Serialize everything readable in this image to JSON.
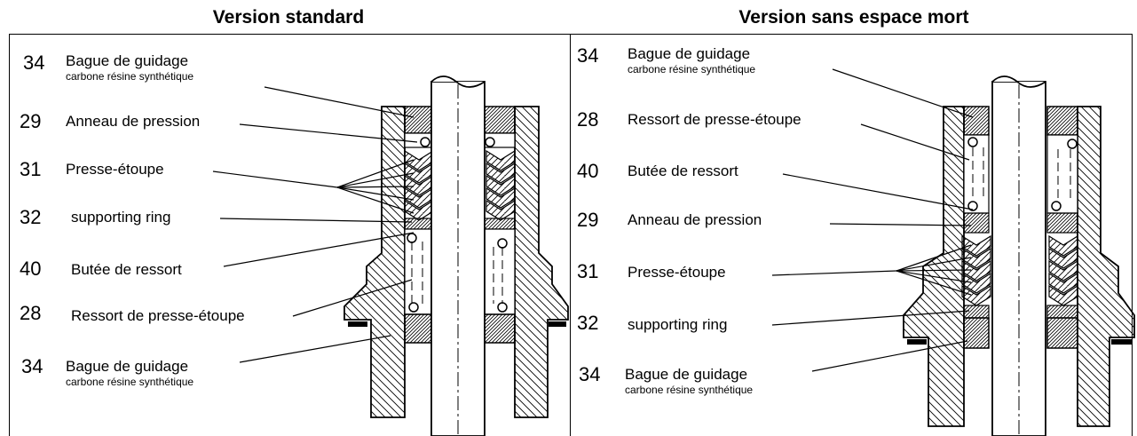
{
  "panels": {
    "left": {
      "title": "Version standard",
      "labels": [
        {
          "num": "34",
          "text": "Bague de guidage",
          "sub": "carbone résine synthétique"
        },
        {
          "num": "29",
          "text": "Anneau de pression"
        },
        {
          "num": "31",
          "text": "Presse-étoupe"
        },
        {
          "num": "32",
          "text": "supporting ring"
        },
        {
          "num": "40",
          "text": "Butée de ressort"
        },
        {
          "num": "28",
          "text": "Ressort de presse-étoupe"
        },
        {
          "num": "34",
          "text": "Bague de guidage",
          "sub": "carbone résine synthétique"
        }
      ]
    },
    "right": {
      "title": "Version sans espace mort",
      "labels": [
        {
          "num": "34",
          "text": "Bague de guidage",
          "sub": "carbone résine synthétique"
        },
        {
          "num": "28",
          "text": "Ressort de presse-étoupe"
        },
        {
          "num": "40",
          "text": "Butée de ressort"
        },
        {
          "num": "29",
          "text": "Anneau de pression"
        },
        {
          "num": "31",
          "text": "Presse-étoupe"
        },
        {
          "num": "32",
          "text": "supporting ring"
        },
        {
          "num": "34",
          "text": "Bague de guidage",
          "sub": "carbone résine synthétique"
        }
      ]
    }
  }
}
